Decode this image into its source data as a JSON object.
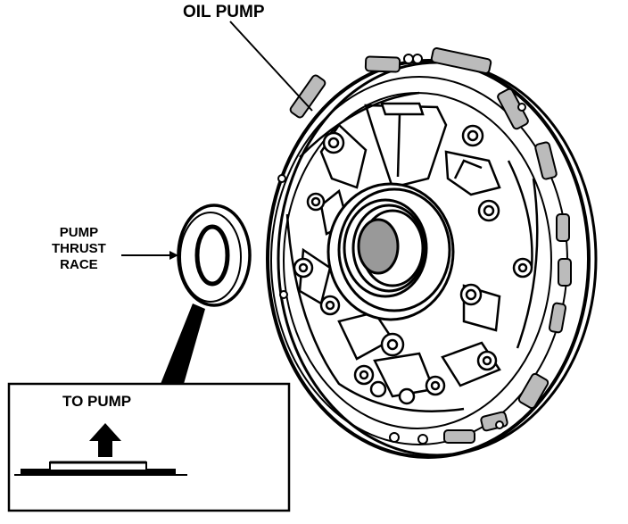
{
  "labels": {
    "oil_pump": "OIL PUMP",
    "thrust_race": [
      "PUMP",
      "THRUST",
      "RACE"
    ],
    "to_pump": "TO PUMP"
  }
}
